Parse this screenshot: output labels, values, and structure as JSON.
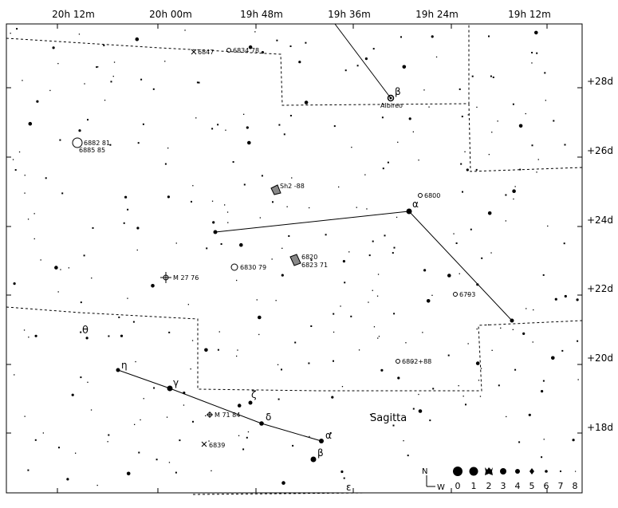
{
  "map": {
    "ra_labels": [
      "20h 12m",
      "20h 00m",
      "19h 48m",
      "19h 36m",
      "19h 24m",
      "19h 12m"
    ],
    "dec_labels": [
      "+28d",
      "+26d",
      "+24d",
      "+22d",
      "+20d",
      "+18d"
    ],
    "constellation_name": "Sagitta",
    "objects": [
      {
        "id": "albireo",
        "label": "Albireo"
      },
      {
        "id": "ngc6847",
        "label": "6847"
      },
      {
        "id": "ngc6834",
        "label": "6834 78"
      },
      {
        "id": "ngc6882",
        "label": "6882 81"
      },
      {
        "id": "ngc6885",
        "label": "6885 85"
      },
      {
        "id": "sh2-88",
        "label": "Sh2 -88"
      },
      {
        "id": "ngc6800",
        "label": "6800"
      },
      {
        "id": "ngc6820",
        "label": "6820"
      },
      {
        "id": "ngc6823",
        "label": "6823 71"
      },
      {
        "id": "ngc6830",
        "label": "6830 79"
      },
      {
        "id": "m27",
        "label": "M 27 76"
      },
      {
        "id": "ngc6793",
        "label": "6793"
      },
      {
        "id": "ngc6802",
        "label": "6802+88"
      },
      {
        "id": "m71",
        "label": "M 71 84"
      },
      {
        "id": "ngc6839",
        "label": "6839"
      }
    ],
    "greek": [
      {
        "id": "beta-cyg",
        "label": "β"
      },
      {
        "id": "alpha-vul",
        "label": "α"
      },
      {
        "id": "theta-sge",
        "label": "θ"
      },
      {
        "id": "eta-sge",
        "label": "η"
      },
      {
        "id": "gamma-sge",
        "label": "γ"
      },
      {
        "id": "zeta-sge",
        "label": "ζ"
      },
      {
        "id": "delta-sge",
        "label": "δ"
      },
      {
        "id": "alpha-sge",
        "label": "α"
      },
      {
        "id": "beta-sge",
        "label": "β"
      },
      {
        "id": "epsilon-sge",
        "label": "ε"
      }
    ],
    "compass": {
      "north": "N",
      "west": "W"
    },
    "magnitude_scale": [
      "0",
      "1",
      "2",
      "3",
      "4",
      "5",
      "6",
      "7",
      "8"
    ]
  }
}
